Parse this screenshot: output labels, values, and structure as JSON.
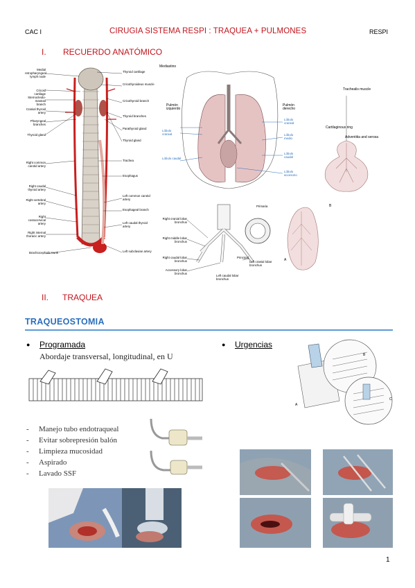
{
  "header": {
    "left": "CAC I",
    "title": "CIRUGIA SISTEMA RESPI : TRAQUEA + PULMONES",
    "right": "RESPI"
  },
  "section1": {
    "num": "I.",
    "title": "RECUERDO ANATÓMICO"
  },
  "fig_neck": {
    "left_labels": [
      "Medial retropharyngeal lymph node",
      "Cricoid cartilage",
      "Sternocleido-mastoid branch",
      "Cranial thyroid artery",
      "Pharyngeal branches",
      "Thyroid gland",
      "Right common carotid artery",
      "Right caudal thyroid artery",
      "Right vertebral artery",
      "Right costocervical artery",
      "Right internal thoracic artery",
      "Brachiocephalic trunk"
    ],
    "right_labels": [
      "Thyroid cartilage",
      "Cricothyroideus muscle",
      "Cricothyroid branch",
      "Thyroid branches",
      "Parathyroid gland",
      "Thyroid gland",
      "Trachea",
      "Esophagus",
      "Left common carotid artery",
      "Esophageal branch",
      "Left caudal thyroid artery",
      "Left subclavian artery"
    ]
  },
  "fig_lungs": {
    "top": "Mediastino",
    "left_title": "Pulmón izquierdo",
    "right_title": "Pulmón derecho",
    "left_lobes": [
      "Lóbulo craneal",
      "Lóbulo caudal"
    ],
    "right_lobes": [
      "Lóbulo craneal",
      "Lóbulo medio",
      "Lóbulo caudal",
      "Lóbulo accesorio"
    ],
    "labels_right": [
      "Trachealis muscle",
      "Cartilaginous ring",
      "Adventitia and serosa"
    ]
  },
  "fig_bronchi": {
    "labels": [
      "Right cranial lobar bronchus",
      "Right middle lobar bronchus",
      "Right caudal lobar bronchus",
      "Accessory lobar bronchus",
      "Left caudal lobar bronchus",
      "Principal",
      "Left cranial lobar bronchus",
      "Primaria"
    ],
    "letters": [
      "A",
      "B"
    ]
  },
  "section2": {
    "num": "II.",
    "title": "TRAQUEA"
  },
  "subsection": "TRAQUEOSTOMIA",
  "programada": {
    "title": "Programada",
    "subtitle": "Abordaje transversal, longitudinal, en U",
    "items": [
      "Manejo tubo endotraqueal",
      "Evitar sobrepresión balón",
      "Limpieza mucosidad",
      "Aspirado",
      "Lavado SSF"
    ]
  },
  "urgencias": {
    "title": "Urgencias",
    "letters": [
      "A",
      "B",
      "C"
    ]
  },
  "footer": {
    "page": "1"
  },
  "colors": {
    "accent_red": "#c0141c",
    "accent_blue": "#2a6ebb",
    "rule": "#5b9bd5"
  }
}
